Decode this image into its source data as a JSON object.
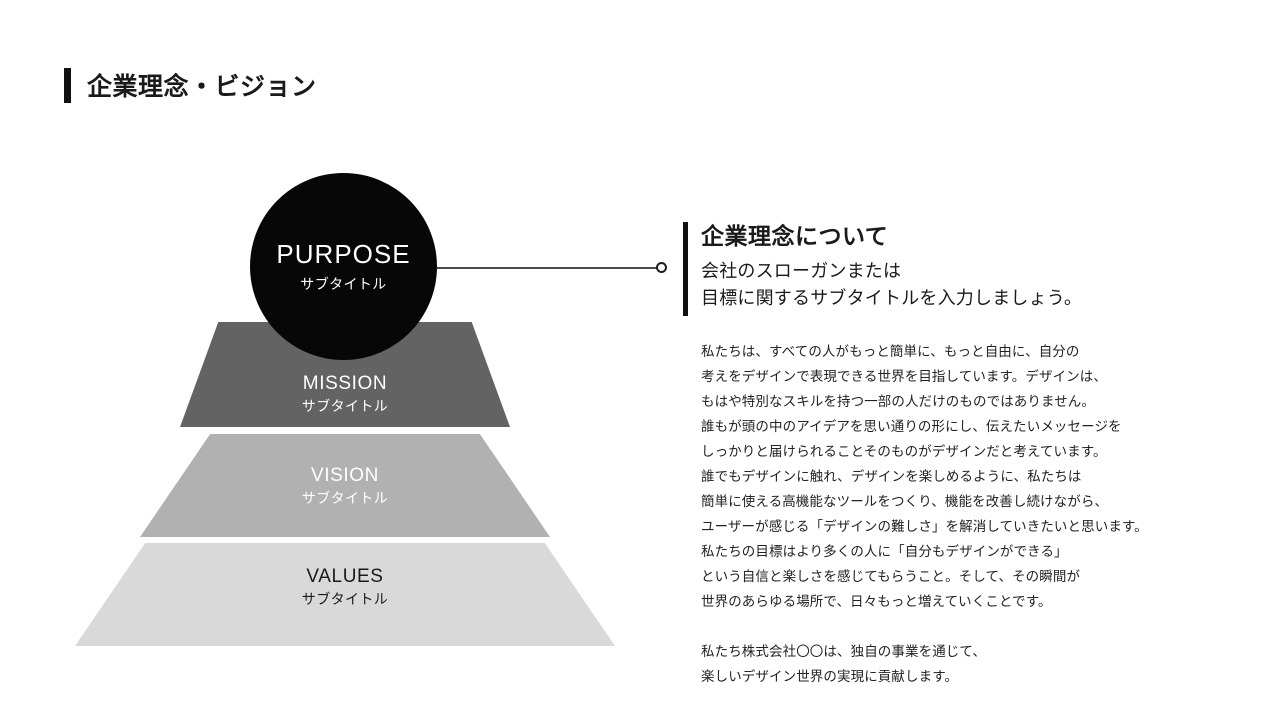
{
  "slide": {
    "title": "企業理念・ビジョン",
    "accent_color": "#111111",
    "background_color": "#ffffff"
  },
  "diagram": {
    "type": "pyramid",
    "apex": {
      "label": "PURPOSE",
      "subtitle": "サブタイトル",
      "shape": "circle",
      "fill_color": "#070707",
      "text_color": "#ffffff"
    },
    "tiers": [
      {
        "label": "MISSION",
        "subtitle": "サブタイトル",
        "fill_color": "#636363",
        "text_color": "#ffffff"
      },
      {
        "label": "VISION",
        "subtitle": "サブタイトル",
        "fill_color": "#b1b1b1",
        "text_color": "#ffffff"
      },
      {
        "label": "VALUES",
        "subtitle": "サブタイトル",
        "fill_color": "#d9d9d9",
        "text_color": "#1a1a1a"
      }
    ],
    "connector": {
      "line_color": "#4a4a4a",
      "endpoint_shape": "hollow-circle"
    }
  },
  "panel": {
    "heading": "企業理念について",
    "subtitle_lines": [
      "会社のスローガンまたは",
      "目標に関するサブタイトルを入力しましょう。"
    ],
    "paragraphs": [
      {
        "lines": [
          "私たちは、すべての人がもっと簡単に、もっと自由に、自分の",
          "考えをデザインで表現できる世界を目指しています。デザインは、",
          "もはや特別なスキルを持つ一部の人だけのものではありません。",
          "誰もが頭の中のアイデアを思い通りの形にし、伝えたいメッセージを",
          "しっかりと届けられることそのものがデザインだと考えています。",
          "誰でもデザインに触れ、デザインを楽しめるように、私たちは",
          "簡単に使える高機能なツールをつくり、機能を改善し続けながら、",
          "ユーザーが感じる「デザインの難しさ」を解消していきたいと思います。",
          "私たちの目標はより多くの人に「自分もデザインができる」",
          "という自信と楽しさを感じてもらうこと。そして、その瞬間が",
          "世界のあらゆる場所で、日々もっと増えていくことです。"
        ]
      },
      {
        "lines": [
          "私たち株式会社〇〇は、独自の事業を通じて、",
          "楽しいデザイン世界の実現に貢献します。"
        ]
      }
    ]
  }
}
